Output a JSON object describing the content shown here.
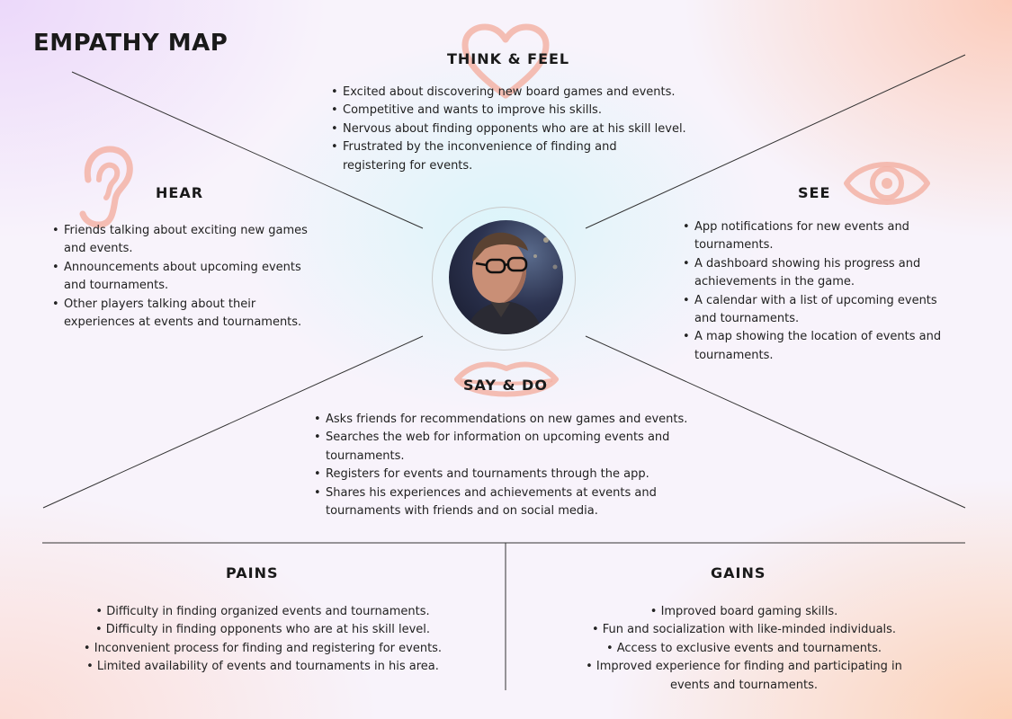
{
  "title": "EMPATHY MAP",
  "colors": {
    "accent_pink": "#f3b3a6",
    "line": "#333333"
  },
  "persona": {
    "photo": "avatar-photo"
  },
  "think_feel": {
    "heading": "THINK & FEEL",
    "icon": "heart-icon",
    "items": [
      "Excited about discovering new board games and events.",
      "Competitive and wants to improve his skills.",
      "Nervous about finding opponents who are at his skill level.",
      "Frustrated by the inconvenience of finding and registering for events."
    ]
  },
  "hear": {
    "heading": "HEAR",
    "icon": "ear-icon",
    "items": [
      "Friends talking about exciting new games and events.",
      "Announcements about upcoming events and tournaments.",
      "Other players talking about their experiences at events and tournaments."
    ]
  },
  "see": {
    "heading": "SEE",
    "icon": "eye-icon",
    "items": [
      "App notifications for new events and tournaments.",
      "A dashboard showing his progress and achievements in the game.",
      "A calendar with a list of upcoming events and tournaments.",
      "A map showing the location of events and tournaments."
    ]
  },
  "say_do": {
    "heading": "SAY & DO",
    "icon": "lips-icon",
    "items": [
      "Asks friends for recommendations on new games and events.",
      "Searches the web for information on upcoming events and tournaments.",
      "Registers for events and tournaments through the app.",
      "Shares his experiences and achievements at events and tournaments with friends and on social media."
    ]
  },
  "pains": {
    "heading": "PAINS",
    "items": [
      "Difficulty in finding organized events and tournaments.",
      "Difficulty in finding opponents who are at his skill level.",
      "Inconvenient process for finding and registering for events.",
      "Limited availability of events and tournaments in his area."
    ]
  },
  "gains": {
    "heading": "GAINS",
    "items": [
      "Improved board gaming skills.",
      "Fun and socialization with like-minded individuals.",
      "Access to exclusive events and tournaments.",
      "Improved experience for finding and participating in events and tournaments."
    ]
  }
}
